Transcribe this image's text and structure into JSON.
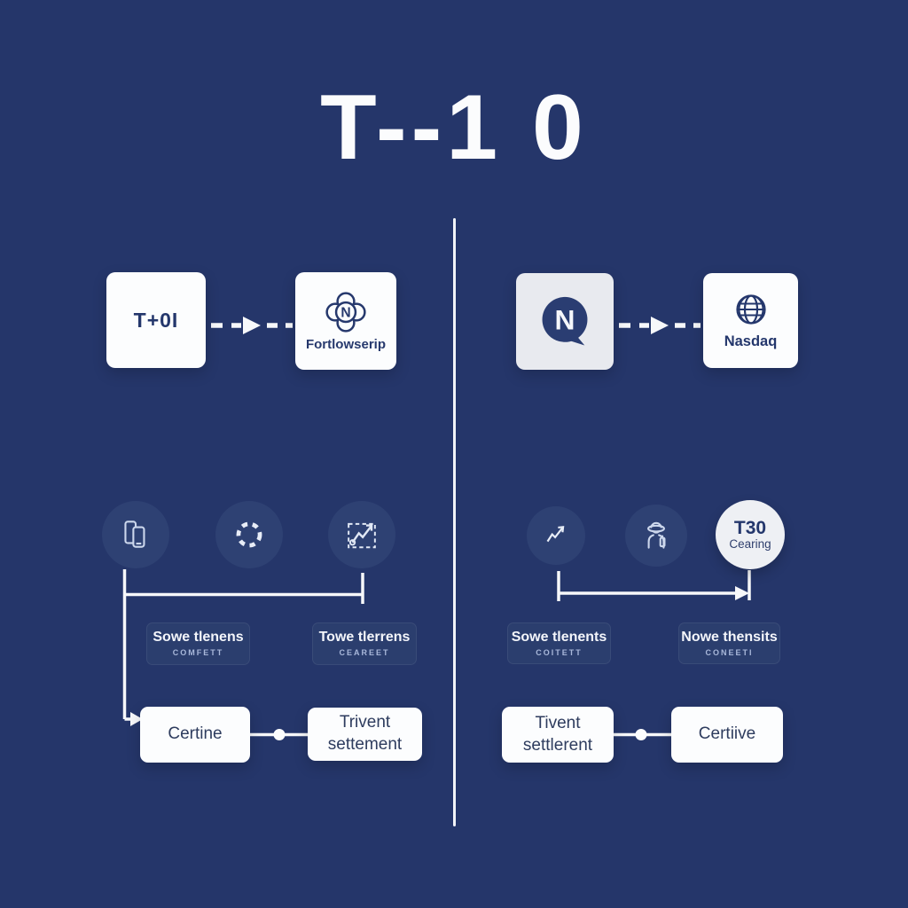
{
  "title": "T--1 0",
  "colors": {
    "background": "#25366a",
    "step_circle": "#2e4173",
    "tag_box": "#2b3e6e",
    "white_box": "#fcfdfe",
    "light_logo_box": "#e8eaef",
    "navy_text": "#24376c",
    "line_white": "#f7f8fa",
    "icon_stroke": "#ccd7ec",
    "tag_subtitle_text": "#a9b8da"
  },
  "left_panel": {
    "top_flow": {
      "source_box": {
        "label": "T+0I"
      },
      "arrow_icon": "dashed-right-arrow-icon",
      "target_box": {
        "logo_icon": "cloud-n-logo-icon",
        "logo_letter": "N",
        "label": "Fortlowserip"
      }
    },
    "step_icons": [
      {
        "name": "phones-icon"
      },
      {
        "name": "dashed-ring-icon"
      },
      {
        "name": "chart-box-icon"
      }
    ],
    "tag_boxes": [
      {
        "title": "Sowe tlenens",
        "subtitle": "COMFETT"
      },
      {
        "title": "Towe tlerrens",
        "subtitle": "CEAREET"
      }
    ],
    "bottom_flow": [
      {
        "lines": [
          "Certine",
          ""
        ]
      },
      {
        "lines": [
          "Trivent",
          "settement"
        ]
      }
    ]
  },
  "right_panel": {
    "top_flow": {
      "source_box": {
        "logo_icon": "speech-bubble-n-logo-icon",
        "logo_letter": "N"
      },
      "arrow_icon": "dashed-right-arrow-icon",
      "target_box": {
        "logo_icon": "globe-icon",
        "label": "Nasdaq"
      }
    },
    "step_icons": [
      {
        "name": "trend-arrow-icon"
      },
      {
        "name": "person-icon"
      }
    ],
    "clearing_badge": {
      "title": "T30",
      "subtitle": "Cearing"
    },
    "tag_boxes": [
      {
        "title": "Sowe tlenents",
        "subtitle": "COITETT"
      },
      {
        "title": "Nowe thensits",
        "subtitle": "CONEETI"
      }
    ],
    "bottom_flow": [
      {
        "lines": [
          "Tivent",
          "settlerent"
        ]
      },
      {
        "lines": [
          "Certiive",
          ""
        ]
      }
    ]
  }
}
